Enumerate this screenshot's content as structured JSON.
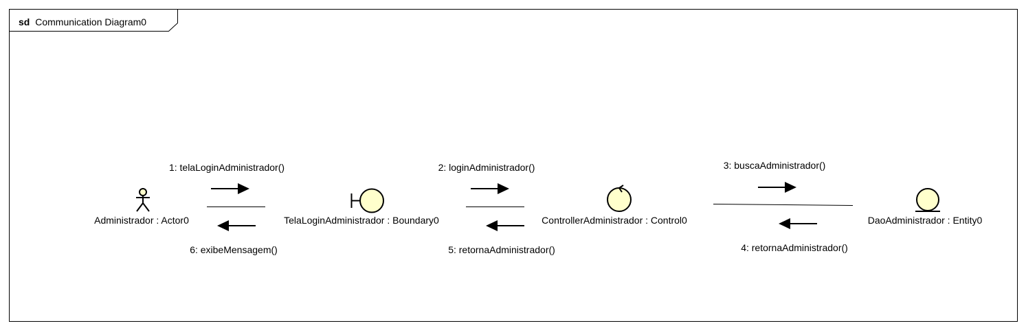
{
  "frame": {
    "kind": "sd",
    "name": "Communication Diagram0"
  },
  "objects": [
    {
      "id": "actor",
      "type": "actor",
      "label": "Administrador : Actor0"
    },
    {
      "id": "boundary",
      "type": "boundary",
      "label": "TelaLoginAdministrador : Boundary0"
    },
    {
      "id": "control",
      "type": "control",
      "label": "ControllerAdministrador : Control0"
    },
    {
      "id": "entity",
      "type": "entity",
      "label": "DaoAdministrador : Entity0"
    }
  ],
  "messages": [
    {
      "text": "1: telaLoginAdministrador()",
      "direction": "right"
    },
    {
      "text": "6: exibeMensagem()",
      "direction": "left"
    },
    {
      "text": "2: loginAdministrador()",
      "direction": "right"
    },
    {
      "text": "5: retornaAdministrador()",
      "direction": "left"
    },
    {
      "text": "3: buscaAdministrador()",
      "direction": "right"
    },
    {
      "text": "4: retornaAdministrador()",
      "direction": "left"
    }
  ],
  "colors": {
    "element_fill": "#FFFFCC",
    "stroke": "#000000",
    "background": "#FFFFFF"
  }
}
